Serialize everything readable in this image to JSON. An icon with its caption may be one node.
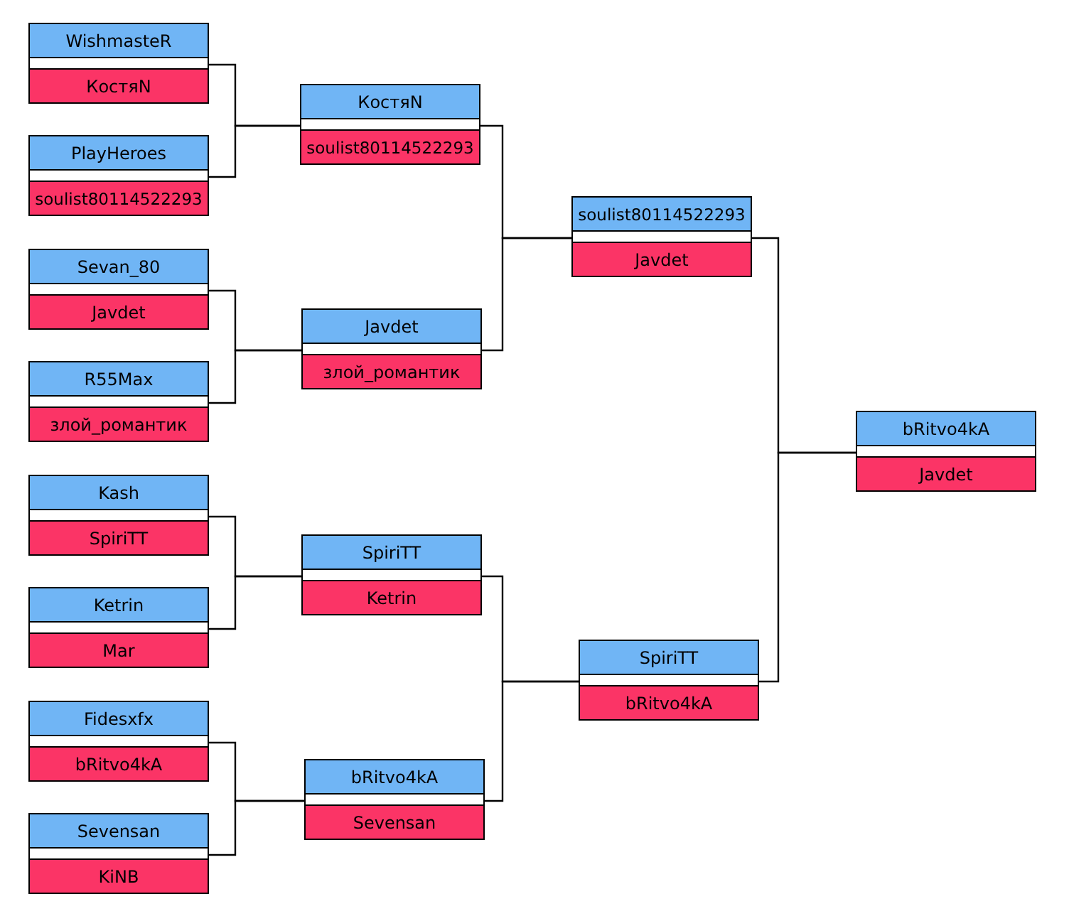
{
  "diagram": {
    "nodes": [
      {
        "text": [],
        "shape": "box"
      },
      {
        "text": [
          "WishmasteR"
        ],
        "in": 0
      },
      {
        "text": [
          "КостяN"
        ],
        "in": 0
      },
      {
        "text": [],
        "shape": "box"
      },
      {
        "text": [
          "PlayHeroes"
        ],
        "in": 3
      },
      {
        "text": [
          "soulist80114522293"
        ],
        "in": 3
      },
      {
        "text": [],
        "shape": "box"
      },
      {
        "text": [
          "Sevan_80"
        ],
        "in": 6
      },
      {
        "text": [
          "Javdet"
        ],
        "in": 6
      },
      {
        "text": [],
        "shape": "box"
      },
      {
        "text": [
          "R55Max"
        ],
        "in": 9
      },
      {
        "text": [
          "злой_романтик"
        ],
        "in": 9
      },
      {
        "text": [],
        "shape": "box"
      },
      {
        "text": [
          "Kash"
        ],
        "in": 12
      },
      {
        "text": [
          "SpiriTT"
        ],
        "in": 12
      },
      {
        "text": [],
        "shape": "box"
      },
      {
        "text": [
          "Ketrin"
        ],
        "in": 15
      },
      {
        "text": [
          "Mar"
        ],
        "in": 15
      },
      {
        "text": [],
        "shape": "box"
      },
      {
        "text": [
          "Fidesxfx"
        ],
        "in": 18
      },
      {
        "text": [
          "bRitvo4kA"
        ],
        "in": 18
      },
      {
        "text": [],
        "shape": "box"
      },
      {
        "text": [
          "Sevensan"
        ],
        "in": 21
      },
      {
        "text": [
          "KiNB"
        ],
        "in": 21
      },
      {
        "text": [],
        "shape": "box"
      },
      {
        "text": [
          "КостяN"
        ],
        "in": 24
      },
      {
        "text": [
          "soulist80114522293"
        ],
        "in": 24
      },
      {
        "text": [],
        "shape": "box"
      },
      {
        "text": [
          "Javdet"
        ],
        "in": 27
      },
      {
        "text": [
          "злой_романтик"
        ],
        "in": 27
      },
      {
        "text": [],
        "shape": "box"
      },
      {
        "text": [
          "SpiriTT"
        ],
        "in": 30
      },
      {
        "text": [
          "Ketrin"
        ],
        "in": 30
      },
      {
        "text": [],
        "shape": "box"
      },
      {
        "text": [
          "bRitvo4kA"
        ],
        "in": 33
      },
      {
        "text": [
          "Sevensan"
        ],
        "in": 33
      },
      {
        "text": [],
        "shape": "box"
      },
      {
        "text": [
          "soulist80114522293"
        ],
        "in": 36
      },
      {
        "text": [
          "Javdet"
        ],
        "in": 36
      },
      {
        "text": [],
        "shape": "box"
      },
      {
        "text": [
          "SpiriTT"
        ],
        "in": 39
      },
      {
        "text": [
          "bRitvo4kA"
        ],
        "in": 39
      },
      {
        "text": [],
        "shape": "box"
      },
      {
        "text": [
          "bRitvo4kA"
        ],
        "in": 42
      },
      {
        "text": [
          "Javdet"
        ],
        "in": 42
      }
    ],
    "edges": [
      {
        "from": 0,
        "to": 24,
        "arrow": "none"
      },
      {
        "from": 3,
        "to": 24,
        "arrow": "none"
      },
      {
        "from": 6,
        "to": 27,
        "arrow": "none"
      },
      {
        "from": 9,
        "to": 27,
        "arrow": "none"
      },
      {
        "from": 12,
        "to": 30,
        "arrow": "none"
      },
      {
        "from": 15,
        "to": 30,
        "arrow": "none"
      },
      {
        "from": 18,
        "to": 33,
        "arrow": "none"
      },
      {
        "from": 21,
        "to": 33,
        "arrow": "none"
      },
      {
        "from": 24,
        "to": 36,
        "arrow": "none"
      },
      {
        "from": 27,
        "to": 36,
        "arrow": "none"
      },
      {
        "from": 30,
        "to": 39,
        "arrow": "none"
      },
      {
        "from": 33,
        "to": 39,
        "arrow": "none"
      },
      {
        "from": 36,
        "to": 42,
        "arrow": "none"
      },
      {
        "from": 39,
        "to": 42,
        "arrow": "none"
      }
    ]
  }
}
